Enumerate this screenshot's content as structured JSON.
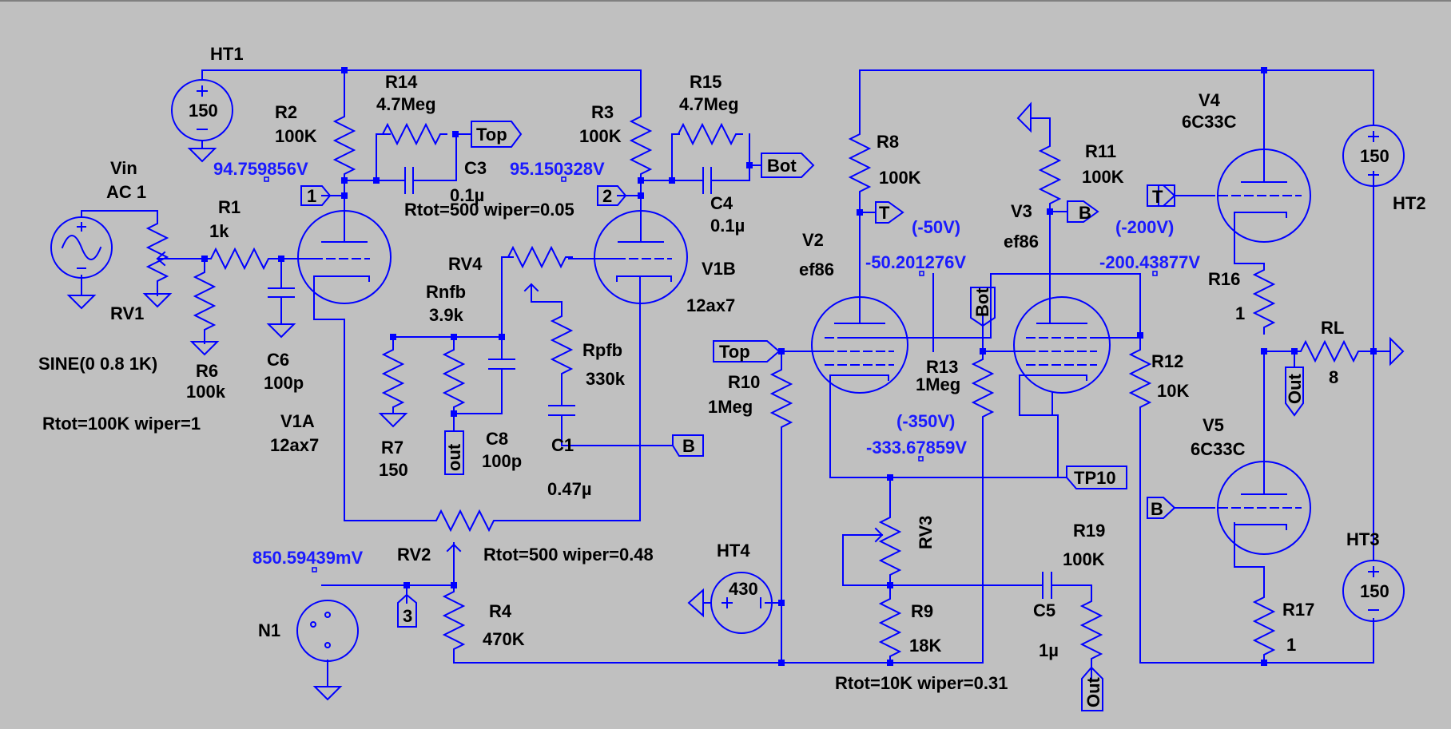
{
  "components": {
    "ht1": {
      "name": "HT1",
      "value": "150"
    },
    "ht2": {
      "name": "HT2",
      "value": "150"
    },
    "ht3": {
      "name": "HT3",
      "value": "150"
    },
    "ht4": {
      "name": "HT4",
      "value": "430"
    },
    "r1": {
      "name": "R1",
      "value": "1k"
    },
    "r2": {
      "name": "R2",
      "value": "100K"
    },
    "r3": {
      "name": "R3",
      "value": "100K"
    },
    "r4": {
      "name": "R4",
      "value": "470K"
    },
    "r6": {
      "name": "R6",
      "value": "100k"
    },
    "r7": {
      "name": "R7",
      "value": "150"
    },
    "r8": {
      "name": "R8",
      "value": "100K"
    },
    "r9": {
      "name": "R9",
      "value": "18K"
    },
    "r10": {
      "name": "R10",
      "value": "1Meg"
    },
    "r11": {
      "name": "R11",
      "value": "100K"
    },
    "r12": {
      "name": "R12",
      "value": "10K"
    },
    "r13": {
      "name": "R13",
      "value": "1Meg"
    },
    "r14": {
      "name": "R14",
      "value": "4.7Meg"
    },
    "r15": {
      "name": "R15",
      "value": "4.7Meg"
    },
    "r16": {
      "name": "R16",
      "value": "1"
    },
    "r17": {
      "name": "R17",
      "value": "1"
    },
    "r19": {
      "name": "R19",
      "value": "100K"
    },
    "rl": {
      "name": "RL",
      "value": "8"
    },
    "rnfb": {
      "name": "Rnfb",
      "value": "3.9k"
    },
    "rpfb": {
      "name": "Rpfb",
      "value": "330k"
    },
    "c1": {
      "name": "C1",
      "value": "0.47µ"
    },
    "c3": {
      "name": "C3",
      "value": "0.1µ"
    },
    "c4": {
      "name": "C4",
      "value": "0.1µ"
    },
    "c5": {
      "name": "C5",
      "value": "1µ"
    },
    "c6": {
      "name": "C6",
      "value": "100p"
    },
    "c8": {
      "name": "C8",
      "value": "100p"
    },
    "v1a": {
      "name": "V1A",
      "type": "12ax7"
    },
    "v1b": {
      "name": "V1B",
      "type": "12ax7"
    },
    "v2": {
      "name": "V2",
      "type": "ef86"
    },
    "v3": {
      "name": "V3",
      "type": "ef86"
    },
    "v4": {
      "name": "V4",
      "type": "6C33C"
    },
    "v5": {
      "name": "V5",
      "type": "6C33C"
    },
    "vin": {
      "name": "Vin",
      "value": "AC 1",
      "spec": "SINE(0 0.8 1K)"
    },
    "rv1": {
      "name": "RV1",
      "params": "Rtot=100K wiper=1"
    },
    "rv2": {
      "name": "RV2",
      "params": "Rtot=500 wiper=0.48"
    },
    "rv3": {
      "name": "RV3",
      "params": "Rtot=10K wiper=0.31"
    },
    "rv4": {
      "name": "RV4",
      "params": "Rtot=500 wiper=0.05"
    },
    "n1": {
      "name": "N1"
    }
  },
  "voltages": {
    "v1": "94.759856V",
    "v2": "95.150328V",
    "v3": "-50.201276V",
    "v4": "-200.43877V",
    "v5": "-333.67859V",
    "v6": "850.59439mV",
    "t1": "(-50V)",
    "t2": "(-200V)",
    "t3": "(-350V)"
  },
  "flags": {
    "top": "Top",
    "bot": "Bot",
    "t": "T",
    "b": "B",
    "out": "out",
    "out_cap": "Out",
    "tp10": "TP10",
    "n_one": "1",
    "n_two": "2",
    "n_three": "3"
  },
  "colors": {
    "wire": "#0000ff",
    "background": "#c0c0c0",
    "voltage_text": "#1a1aff",
    "label": "#000000"
  }
}
